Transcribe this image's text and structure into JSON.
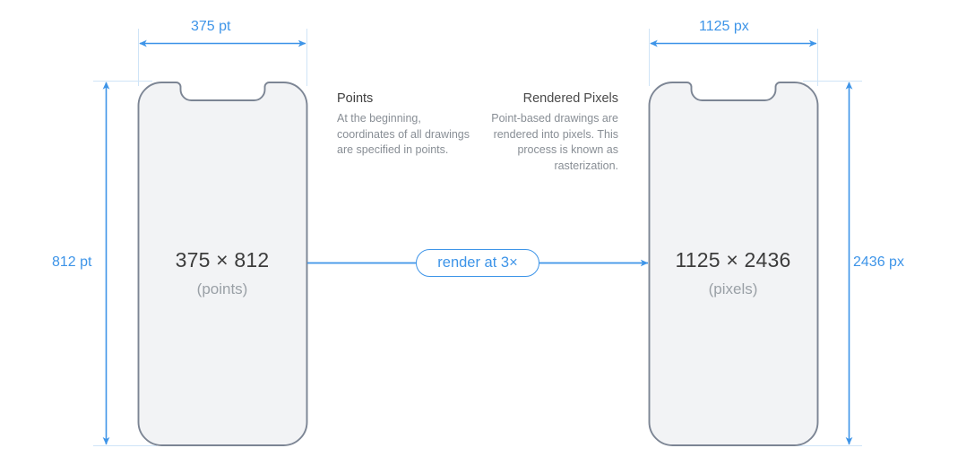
{
  "diagram": {
    "title_implied": "Points vs Rendered Pixels",
    "accent_color": "#3d94e8",
    "device_fill": "#f2f3f5",
    "device_stroke": "#7c8594",
    "muted_text_color": "#888e95"
  },
  "dimensions": {
    "top_left": "375 pt",
    "top_right": "1125 px",
    "side_left": "812 pt",
    "side_right": "2436 px"
  },
  "descriptions": {
    "left": {
      "title": "Points",
      "body": "At the beginning, coordinates of all drawings are specified in points."
    },
    "right": {
      "title": "Rendered Pixels",
      "body": "Point-based drawings are rendered into pixels. This process is known as rasterization."
    }
  },
  "devices": {
    "left": {
      "size": "375 × 812",
      "unit": "(points)"
    },
    "right": {
      "size": "1125 × 2436",
      "unit": "(pixels)"
    }
  },
  "transform": {
    "pill_label": "render at 3×"
  }
}
